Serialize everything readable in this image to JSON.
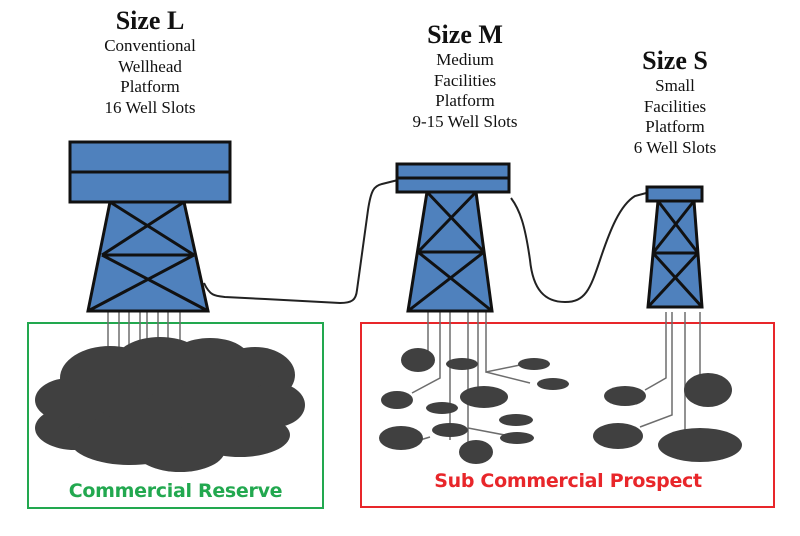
{
  "platforms": [
    {
      "id": "L",
      "title": "Size L",
      "lines": [
        "Conventional",
        "Wellhead",
        "Platform",
        "16 Well Slots"
      ]
    },
    {
      "id": "M",
      "title": "Size M",
      "lines": [
        "Medium",
        "Facilities",
        "Platform",
        "9-15 Well Slots"
      ]
    },
    {
      "id": "S",
      "title": "Size S",
      "lines": [
        "Small",
        "Facilities",
        "Platform",
        "6 Well Slots"
      ]
    }
  ],
  "zones": {
    "commercial": {
      "label": "Commercial Reserve",
      "color": "#22a84f"
    },
    "sub_commercial": {
      "label": "Sub Commercial Prospect",
      "color": "#e8262a"
    }
  },
  "colors": {
    "platform_fill": "#4f81bd",
    "outline": "#111111",
    "reservoir": "#404040",
    "well_line": "#6d6d6d",
    "pipeline": "#222222"
  }
}
